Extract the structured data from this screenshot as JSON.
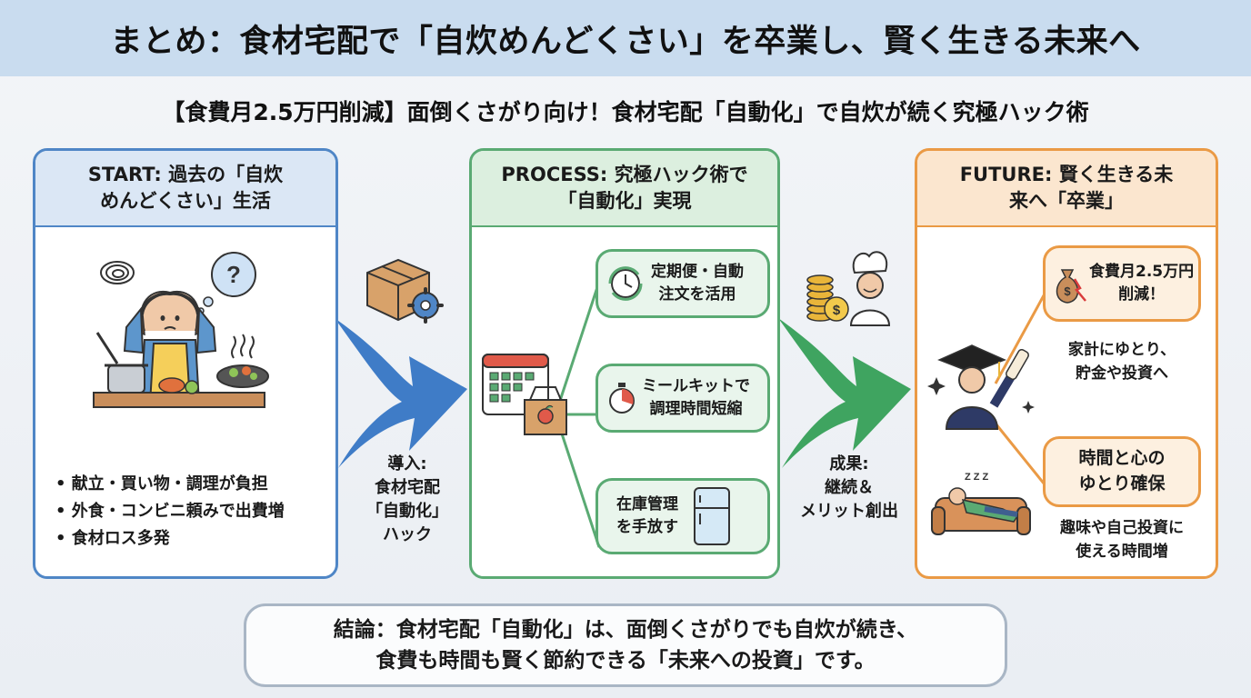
{
  "title": "まとめ：食材宅配で「自炊めんどくさい」を卒業し、賢く生きる未来へ",
  "subtitle": "【食費月2.5万円削減】面倒くさがり向け！食材宅配「自動化」で自炊が続く究極ハック術",
  "start": {
    "heading_line1": "START: 過去の「自炊",
    "heading_line2": "めんどくさい」生活",
    "question_mark": "?",
    "bullets": [
      "献立・買い物・調理が負担",
      "外食・コンビニ頼みで出費増",
      "食材ロス多発"
    ]
  },
  "arrow1": {
    "label_line1": "導入:",
    "label_line2": "食材宅配",
    "label_line3": "「自動化」",
    "label_line4": "ハック"
  },
  "process": {
    "heading_line1": "PROCESS: 究極ハック術で",
    "heading_line2": "「自動化」実現",
    "items": [
      {
        "line1": "定期便・自動",
        "line2": "注文を活用",
        "icon": "cycle-clock-icon"
      },
      {
        "line1": "ミールキットで",
        "line2": "調理時間短縮",
        "icon": "stopwatch-icon"
      },
      {
        "line1": "在庫管理",
        "line2": "を手放す",
        "icon": "refrigerator-icon"
      }
    ]
  },
  "arrow2": {
    "label_line1": "成果:",
    "label_line2": "継続＆",
    "label_line3": "メリット創出"
  },
  "future": {
    "heading_line1": "FUTURE: 賢く生きる未",
    "heading_line2": "来へ「卒業」",
    "money_pill_line1": "食費月2.5万円",
    "money_pill_line2": "削減！",
    "money_text_line1": "家計にゆとり、",
    "money_text_line2": "貯金や投資へ",
    "time_pill_line1": "時間と心の",
    "time_pill_line2": "ゆとり確保",
    "time_text_line1": "趣味や自己投資に",
    "time_text_line2": "使える時間増",
    "sleep_text": "Z Z Z"
  },
  "conclusion": {
    "line1": "結論：食材宅配「自動化」は、面倒くさがりでも自炊が続き、",
    "line2": "食費も時間も賢く節約できる「未来への投資」です。"
  },
  "colors": {
    "start_blue": "#4f86c6",
    "process_green": "#5aaa73",
    "future_orange": "#ea9a45",
    "title_bg": "#c9dcef"
  }
}
